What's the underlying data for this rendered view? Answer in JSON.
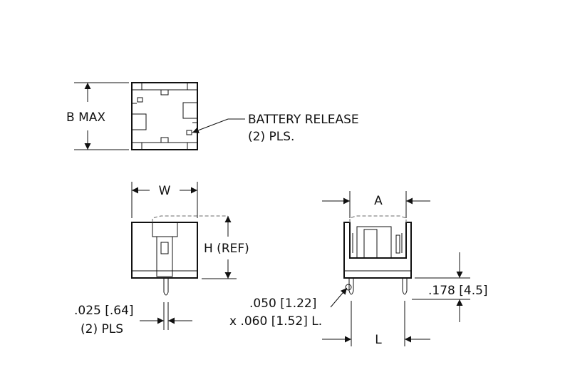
{
  "labels": {
    "b_max": "B MAX",
    "battery_release_line1": "BATTERY RELEASE",
    "battery_release_line2": "(2) PLS.",
    "w": "W",
    "h_ref": "H (REF)",
    "a": "A",
    "l": "L",
    "pin_width": ".025 [.64]",
    "pin_count": "(2) PLS",
    "pin_size_line1": ".050 [1.22]",
    "pin_size_line2": "x .060 [1.52] L.",
    "height_dim": ".178 [4.5]"
  },
  "colors": {
    "line": "#111111",
    "hidden_line": "#888888",
    "background": "#ffffff"
  }
}
